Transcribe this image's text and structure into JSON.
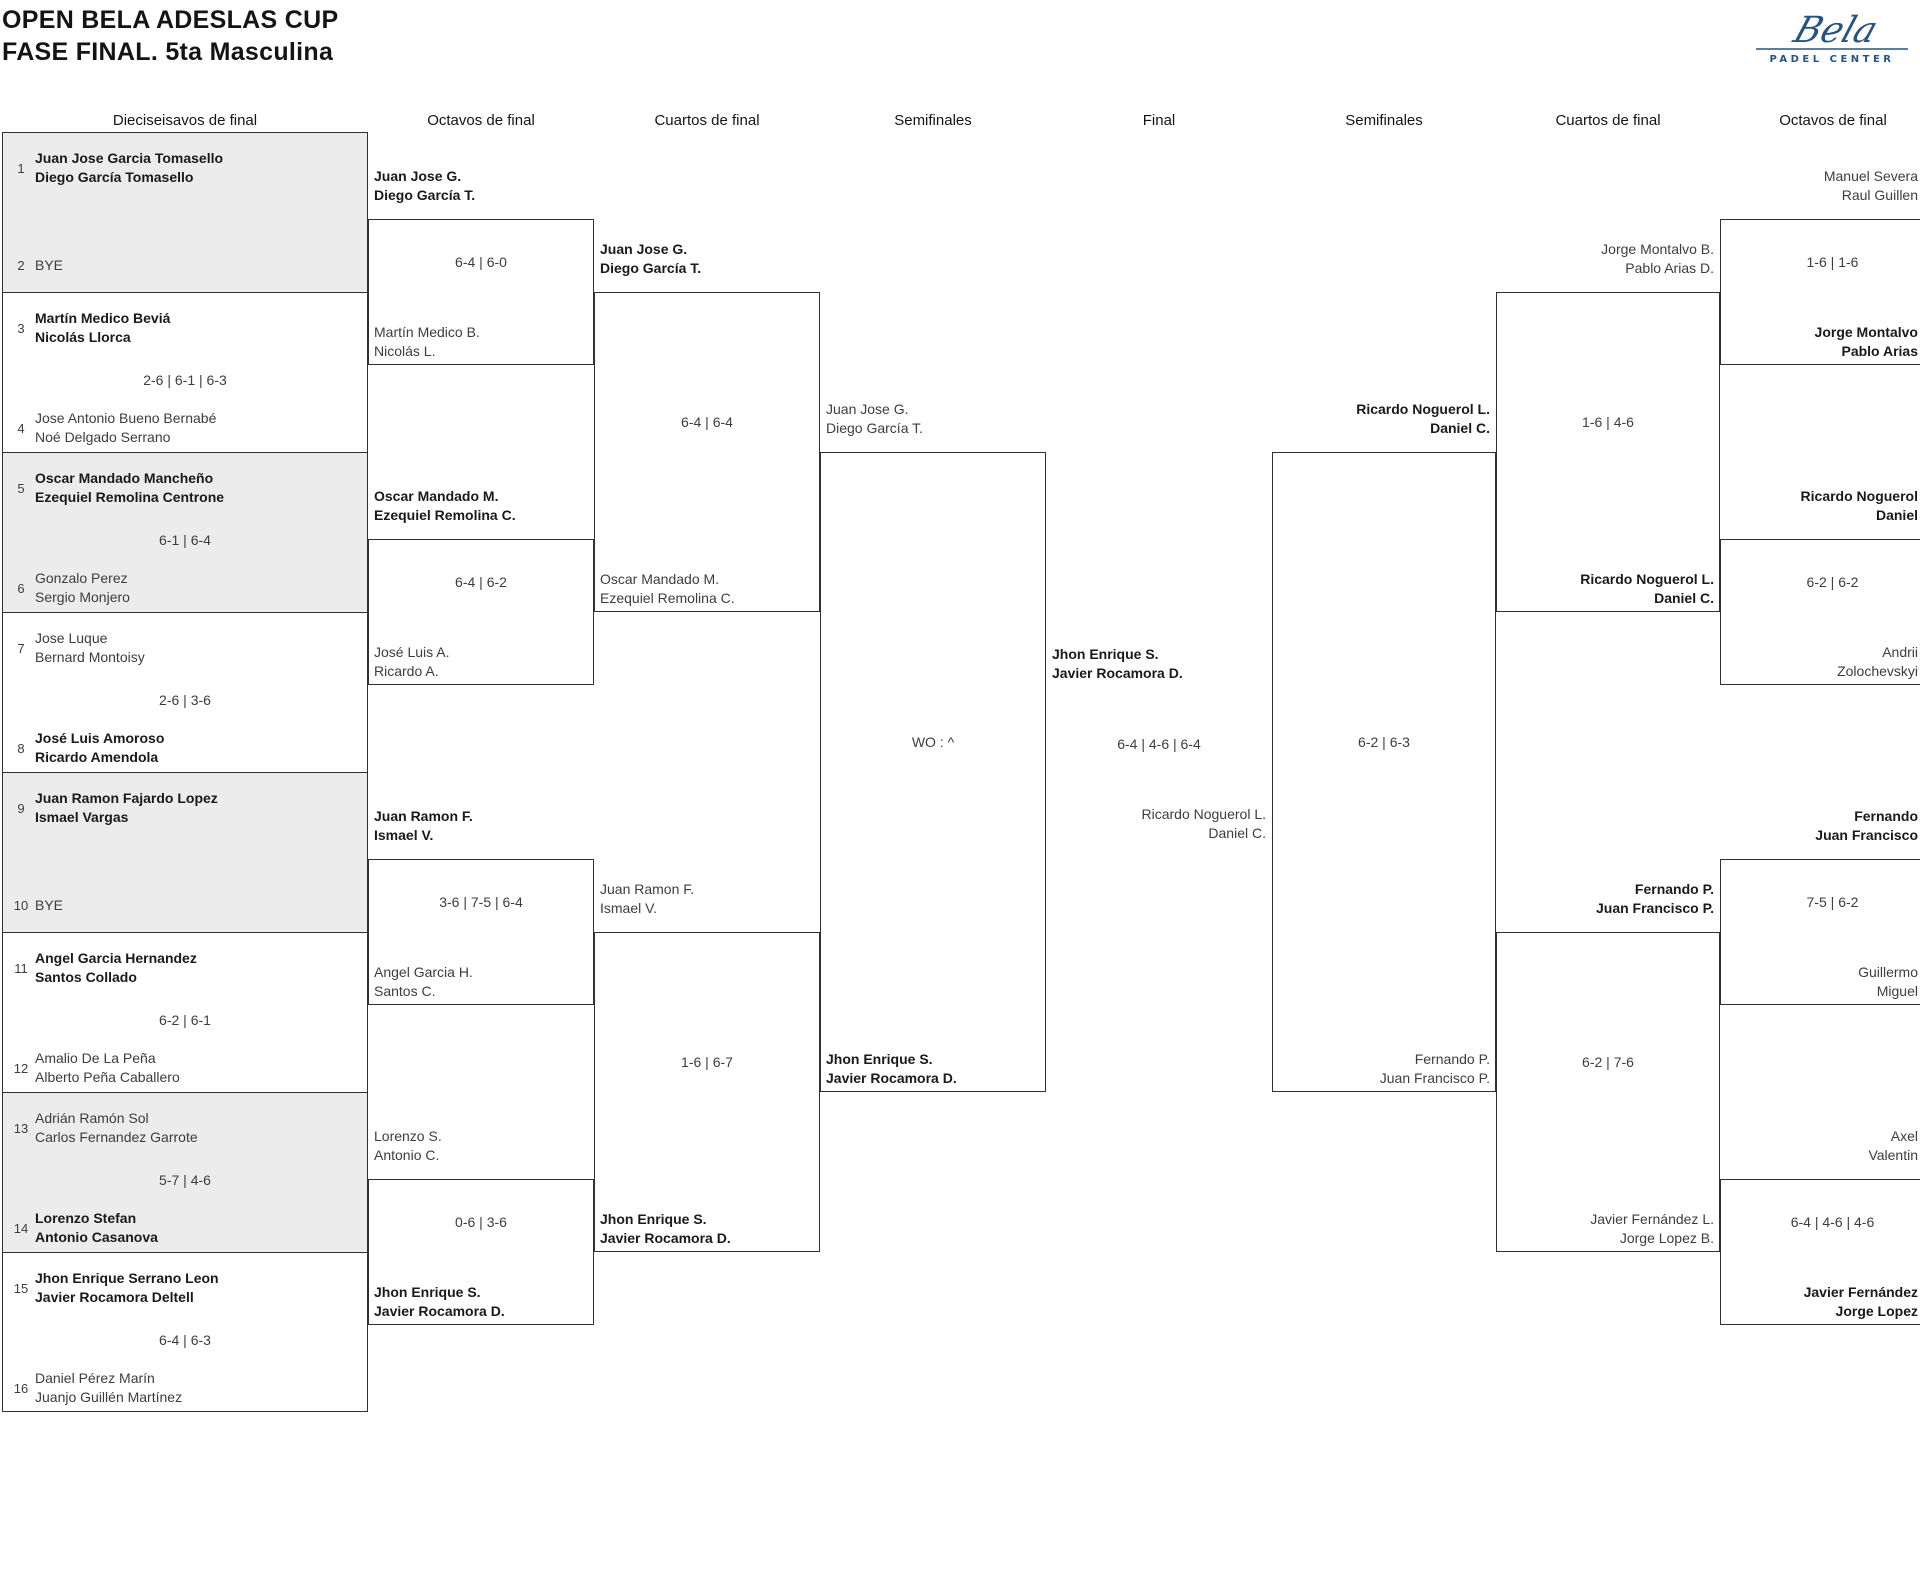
{
  "title": {
    "line1": "OPEN BELA ADESLAS CUP",
    "line2": "FASE FINAL. 5ta Masculina"
  },
  "logo": {
    "script": "Bela",
    "subtitle": "PADEL CENTER"
  },
  "headers": {
    "h1": "Dieciseisavos de final",
    "h2": "Octavos de final",
    "h3": "Cuartos de final",
    "h4": "Semifinales",
    "h5": "Final",
    "h6": "Semifinales",
    "h7": "Cuartos de final",
    "h8": "Octavos de final"
  },
  "colors": {
    "border": "#303030",
    "shaded_block": "#ececec",
    "text_regular": "#3d3d3d",
    "text_winner": "#1a1a1a",
    "logo_blue": "#2a527f",
    "background": "#ffffff"
  },
  "r32": [
    {
      "seedA": "1",
      "teamA": [
        "Juan Jose Garcia Tomasello",
        "Diego García Tomasello"
      ],
      "teamA_winner": true,
      "score": "",
      "seedB": "2",
      "teamB": [
        "BYE"
      ],
      "teamB_winner": false
    },
    {
      "seedA": "3",
      "teamA": [
        "Martín Medico Beviá",
        "Nicolás Llorca"
      ],
      "teamA_winner": true,
      "score": "2-6 | 6-1 | 6-3",
      "seedB": "4",
      "teamB": [
        "Jose Antonio Bueno Bernabé",
        "Noé Delgado Serrano"
      ],
      "teamB_winner": false
    },
    {
      "seedA": "5",
      "teamA": [
        "Oscar Mandado Mancheño",
        "Ezequiel Remolina Centrone"
      ],
      "teamA_winner": true,
      "score": "6-1 | 6-4",
      "seedB": "6",
      "teamB": [
        "Gonzalo Perez",
        "Sergio Monjero"
      ],
      "teamB_winner": false
    },
    {
      "seedA": "7",
      "teamA": [
        "Jose Luque",
        "Bernard Montoisy"
      ],
      "teamA_winner": false,
      "score": "2-6 | 3-6",
      "seedB": "8",
      "teamB": [
        "José Luis Amoroso",
        "Ricardo Amendola"
      ],
      "teamB_winner": true
    },
    {
      "seedA": "9",
      "teamA": [
        "Juan Ramon Fajardo Lopez",
        "Ismael Vargas"
      ],
      "teamA_winner": true,
      "score": "",
      "seedB": "10",
      "teamB": [
        "BYE"
      ],
      "teamB_winner": false
    },
    {
      "seedA": "11",
      "teamA": [
        "Angel Garcia Hernandez",
        "Santos Collado"
      ],
      "teamA_winner": true,
      "score": "6-2 | 6-1",
      "seedB": "12",
      "teamB": [
        "Amalio De La Peña",
        "Alberto Peña Caballero"
      ],
      "teamB_winner": false
    },
    {
      "seedA": "13",
      "teamA": [
        "Adrián Ramón Sol",
        "Carlos Fernandez Garrote"
      ],
      "teamA_winner": false,
      "score": "5-7 | 4-6",
      "seedB": "14",
      "teamB": [
        "Lorenzo Stefan",
        "Antonio Casanova"
      ],
      "teamB_winner": true
    },
    {
      "seedA": "15",
      "teamA": [
        "Jhon Enrique Serrano Leon",
        "Javier Rocamora Deltell"
      ],
      "teamA_winner": true,
      "score": "6-4 | 6-3",
      "seedB": "16",
      "teamB": [
        "Daniel Pérez Marín",
        "Juanjo Guillén Martínez"
      ],
      "teamB_winner": false
    }
  ],
  "r16_left": [
    {
      "teamA": [
        "Juan Jose G.",
        "Diego García T."
      ],
      "teamA_winner": true,
      "score": "6-4 | 6-0",
      "teamB": [
        "Martín Medico B.",
        "Nicolás L."
      ],
      "teamB_winner": false
    },
    {
      "teamA": [
        "Oscar Mandado M.",
        "Ezequiel Remolina C."
      ],
      "teamA_winner": true,
      "score": "6-4 | 6-2",
      "teamB": [
        "José Luis A.",
        "Ricardo A."
      ],
      "teamB_winner": false
    },
    {
      "teamA": [
        "Juan Ramon F.",
        "Ismael V."
      ],
      "teamA_winner": true,
      "score": "3-6 | 7-5 | 6-4",
      "teamB": [
        "Angel Garcia H.",
        "Santos C."
      ],
      "teamB_winner": false
    },
    {
      "teamA": [
        "Lorenzo S.",
        "Antonio C."
      ],
      "teamA_winner": false,
      "score": "0-6 | 3-6",
      "teamB": [
        "Jhon Enrique S.",
        "Javier Rocamora D."
      ],
      "teamB_winner": true
    }
  ],
  "qf_left": [
    {
      "teamA": [
        "Juan Jose G.",
        "Diego García T."
      ],
      "teamA_winner": true,
      "score": "6-4 | 6-4",
      "teamB": [
        "Oscar Mandado M.",
        "Ezequiel Remolina C."
      ],
      "teamB_winner": false
    },
    {
      "teamA": [
        "Juan Ramon F.",
        "Ismael V."
      ],
      "teamA_winner": false,
      "score": "1-6 | 6-7",
      "teamB": [
        "Jhon Enrique S.",
        "Javier Rocamora D."
      ],
      "teamB_winner": true
    }
  ],
  "sf_left": {
    "teamA": [
      "Juan Jose G.",
      "Diego García T."
    ],
    "teamA_winner": false,
    "score": "WO : ^",
    "teamB": [
      "Jhon Enrique S.",
      "Javier Rocamora D."
    ],
    "teamB_winner": true
  },
  "final_match": {
    "teamA": [
      "Jhon Enrique S.",
      "Javier Rocamora D."
    ],
    "teamA_winner": true,
    "score": "6-4 | 4-6 | 6-4",
    "teamB": [
      "Ricardo Noguerol L.",
      "Daniel C."
    ],
    "teamB_winner": false
  },
  "sf_right": {
    "teamA": [
      "Ricardo Noguerol L.",
      "Daniel C."
    ],
    "teamA_winner": true,
    "score": "6-2 | 6-3",
    "teamB": [
      "Fernando P.",
      "Juan Francisco P."
    ],
    "teamB_winner": false
  },
  "qf_right": [
    {
      "teamA": [
        "Jorge Montalvo B.",
        "Pablo Arias D."
      ],
      "teamA_winner": false,
      "score": "1-6 | 4-6",
      "teamB": [
        "Ricardo Noguerol L.",
        "Daniel C."
      ],
      "teamB_winner": true
    },
    {
      "teamA": [
        "Fernando P.",
        "Juan Francisco P."
      ],
      "teamA_winner": true,
      "score": "6-2 | 7-6",
      "teamB": [
        "Javier Fernández L.",
        "Jorge Lopez B."
      ],
      "teamB_winner": false
    }
  ],
  "r16_right": [
    {
      "teamA": [
        "Manuel Severa",
        "Raul Guillen"
      ],
      "teamA_winner": false,
      "score": "1-6 | 1-6",
      "teamB": [
        "Jorge Montalvo",
        "Pablo Arias"
      ],
      "teamB_winner": true
    },
    {
      "teamA": [
        "Ricardo Noguerol",
        "Daniel"
      ],
      "teamA_winner": true,
      "score": "6-2 | 6-2",
      "teamB": [
        "Andrii",
        "Zolochevskyi"
      ],
      "teamB_winner": false
    },
    {
      "teamA": [
        "Fernando",
        "Juan Francisco"
      ],
      "teamA_winner": true,
      "score": "7-5 | 6-2",
      "teamB": [
        "Guillermo",
        "Miguel"
      ],
      "teamB_winner": false
    },
    {
      "teamA": [
        "Axel",
        "Valentin"
      ],
      "teamA_winner": false,
      "score": "6-4 | 4-6 | 4-6",
      "teamB": [
        "Javier Fernández",
        "Jorge Lopez"
      ],
      "teamB_winner": true
    }
  ]
}
